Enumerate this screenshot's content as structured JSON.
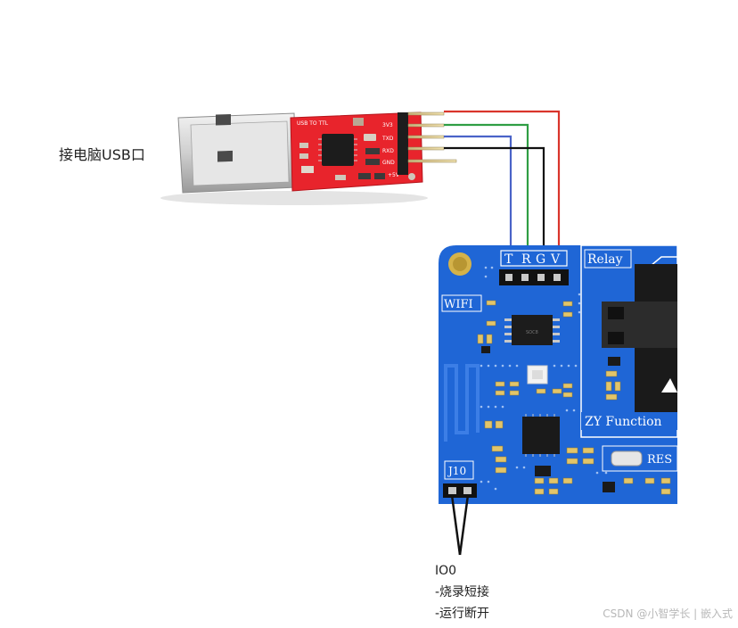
{
  "usb_adapter": {
    "title": "USB TO TTL",
    "pins": [
      "3V3",
      "TXD",
      "RXD",
      "GND",
      "+5V"
    ]
  },
  "labels": {
    "usb": "接电脑USB口",
    "io0": "IO0",
    "burn": "-烧录短接",
    "run": "-运行断开"
  },
  "board": {
    "header_pins": [
      "T",
      "R",
      "G",
      "V"
    ],
    "wifi": "WIFI",
    "relay": "Relay",
    "function": "ZY Function",
    "reset": "RES",
    "jumper": "J10",
    "chip": "SOC8"
  },
  "watermark": "CSDN @小智学长 | 嵌入式",
  "colors": {
    "board": "#1f66d6",
    "adapter": "#e8242c",
    "wire_red": "#d9342b",
    "wire_green": "#2f9e44",
    "wire_black": "#111111",
    "wire_blue": "#4a63c8"
  }
}
